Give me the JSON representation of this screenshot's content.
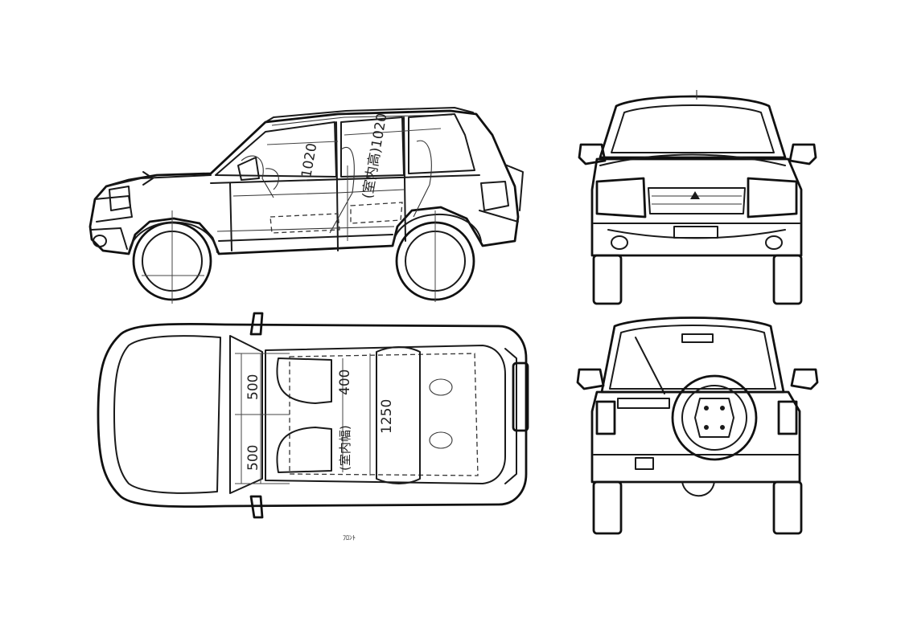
{
  "labels": {
    "side_dim_front": "1020",
    "side_dim_rear": "(室内高)1020",
    "top_dim_seat_front": "500",
    "top_dim_seat_rear": "500",
    "top_dim_center": "400",
    "top_dim_length": "1250",
    "top_dim_cabin": "(室内幅)",
    "footer_mark": "ﾌﾛﾝﾄ"
  }
}
